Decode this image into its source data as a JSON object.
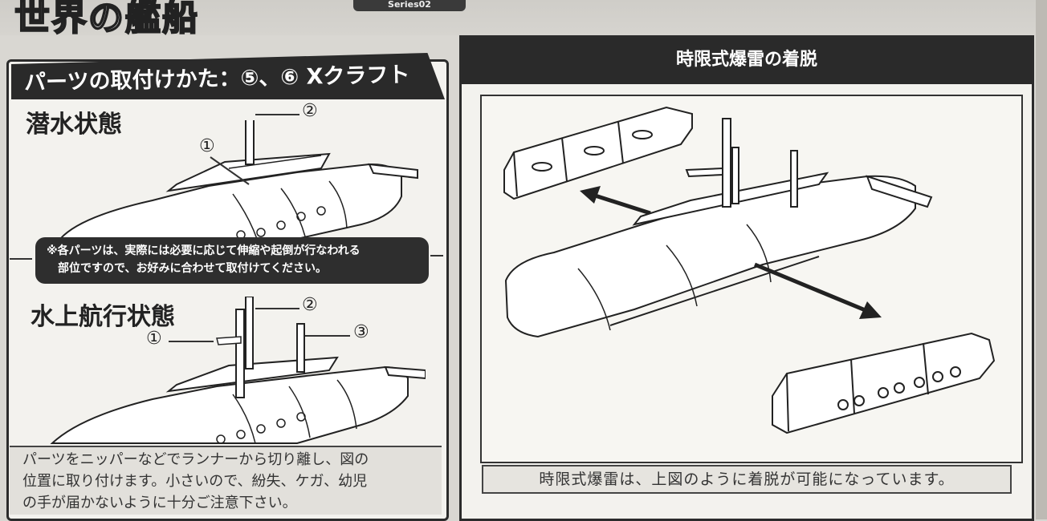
{
  "header": {
    "series_title": "世界の艦船",
    "series_tag": "Series02"
  },
  "left_panel": {
    "heading": "パーツの取付けかた：⑤、⑥ Xクラフト",
    "submerged_label": "潜水状態",
    "surface_label": "水上航行状態",
    "note_line1": "※各パーツは、実際には必要に応じて伸縮や起倒が行なわれる",
    "note_line2": "部位ですので、お好みに合わせて取付けてください。",
    "callouts_top": {
      "c1": "①",
      "c2": "②"
    },
    "callouts_bottom": {
      "c1": "①",
      "c2": "②",
      "c3": "③"
    },
    "instructions_line1": "パーツをニッパーなどでランナーから切り離し、図の",
    "instructions_line2": "位置に取り付けます。小さいので、紛失、ケガ、幼児",
    "instructions_line3": "の手が届かないように十分ご注意下さい。"
  },
  "right_panel": {
    "heading": "時限式爆雷の着脱",
    "caption": "時限式爆雷は、上図のように着脱が可能になっています。"
  },
  "colors": {
    "dark_band": "#2a2a2a",
    "paper": "#f3f2ee",
    "ink": "#222222"
  }
}
